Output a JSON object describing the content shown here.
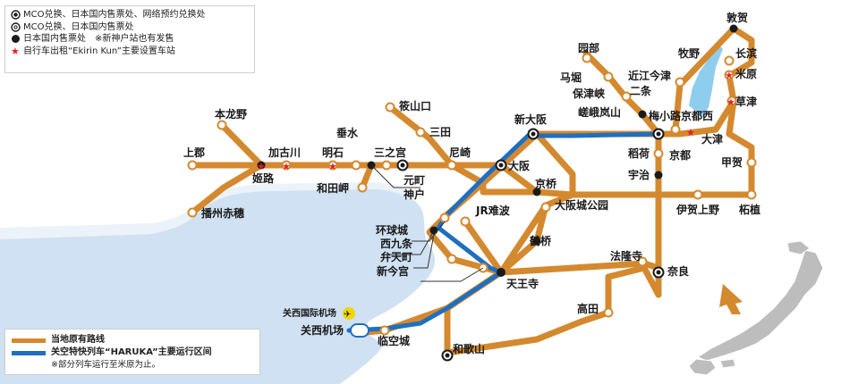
{
  "colors": {
    "local_line": "#d4892f",
    "haruka_line": "#1f6fc1",
    "sea": "#cfe1f2",
    "lake": "#8fcdee",
    "land_inset": "#bdbdbd"
  },
  "legend_top": [
    {
      "icon": "mco-exchange-network-icon",
      "text": "MCO兑换、日本国内售票处、网络预约兑换处"
    },
    {
      "icon": "mco-exchange-icon",
      "text": "MCO兑换、日本国内售票处"
    },
    {
      "icon": "ticket-office-icon",
      "text": "日本国内售票处　※新神户站也有发售"
    },
    {
      "icon": "bike-rental-star-icon",
      "text": "自行车出租“Ekirin Kun”主要设置车站"
    }
  ],
  "legend_bottom": {
    "local_line": "当地原有路线",
    "haruka_line": "关空特快列车“HARUKA”主要运行区间",
    "note": "※部分列车运行至米原为止。"
  },
  "airport_label": "关西国际机场",
  "stations": {
    "tsuruga": "敦贺",
    "makino": "牧野",
    "nagahama": "长滨",
    "maibara": "米原",
    "kusatsu": "草津",
    "sonobe": "园部",
    "omiimazu": "近江今津",
    "umahori": "马堀",
    "hozukyo": "保津峡",
    "nijo": "二条",
    "sagaarashiyama": "嵯峨岚山",
    "umekoji": "梅小路京都西",
    "otsu": "大津",
    "kyoto": "京都",
    "inari": "稻荷",
    "uji": "宇治",
    "koka": "甲贺",
    "tsuge": "柘植",
    "igaueno": "伊贺上野",
    "sasayamaguchi": "筱山口",
    "sanda": "三田",
    "shinosaka": "新大阪",
    "osaka": "大阪",
    "amagasaki": "尼崎",
    "kyobashi": "京桥",
    "osakajokoen": "大阪城公园",
    "sannomiya": "三之宫",
    "motomachi": "元町",
    "kobe": "神户",
    "akashi": "明石",
    "tarumi": "垂水",
    "kakogawa": "加古川",
    "himeji": "姬路",
    "kamigori": "上郡",
    "hontatsuno": "本龙野",
    "banshuako": "播州赤穗",
    "wadamisaki": "和田岬",
    "jrnamba": "JR难波",
    "kanjojo": "环球城",
    "nishikujo": "西九条",
    "bentencho": "弁天町",
    "shinimamiya": "新今宫",
    "tsuruhashi": "鹤桥",
    "tennoji": "天王寺",
    "horyuji": "法隆寺",
    "nara": "奈良",
    "takada": "高田",
    "kansaiairport": "关西机场",
    "rinkutown": "临空城",
    "wakayama": "和歌山"
  }
}
